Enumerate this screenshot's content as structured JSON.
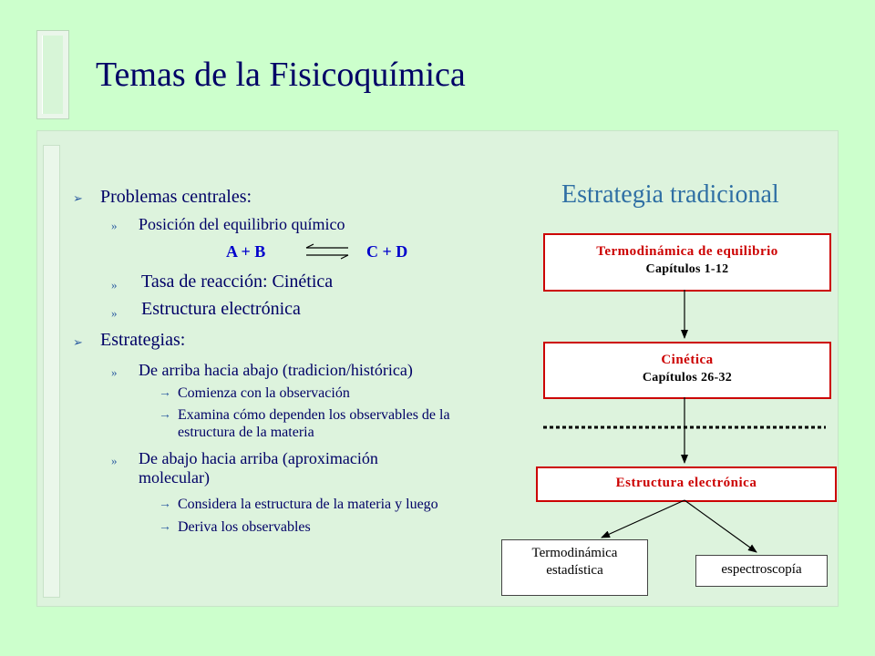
{
  "title": "Temas de la Fisicoquímica",
  "bullets": {
    "problemas": "Problemas centrales:",
    "posicion": "Posición del equilibrio químico",
    "equation": {
      "left": "A + B",
      "right": "C + D"
    },
    "tasa": "Tasa de reacción: Cinética",
    "estructura": "Estructura electrónica",
    "estrategias": "Estrategias:",
    "arriba_abajo": "De arriba hacia abajo (tradicion/histórica)",
    "comienza": "Comienza con la observación",
    "examina_1": "Examina cómo dependen los observables de la",
    "examina_2": "estructura de la materia",
    "abajo_arriba_1": "De abajo hacia arriba (aproximación",
    "abajo_arriba_2": "molecular)",
    "considera": "Considera la estructura de la materia y luego",
    "deriva": "Deriva los observables"
  },
  "markers": {
    "level1": "➢",
    "level2": "»",
    "level3": "→"
  },
  "diagram": {
    "heading": "Estrategia tradicional",
    "box1": {
      "title": "Termodinámica de equilibrio",
      "sub": "Capítulos 1-12"
    },
    "box2": {
      "title": "Cinética",
      "sub": "Capítulos 26-32"
    },
    "box3": {
      "title": "Estructura electrónica"
    },
    "box4": {
      "line1": "Termodinámica",
      "line2": "estadística"
    },
    "box5": {
      "label": "espectroscopía"
    }
  },
  "colors": {
    "background": "#ccffcc",
    "text": "#000066",
    "box_border": "#cc0000",
    "heading": "#2f6fa4"
  }
}
